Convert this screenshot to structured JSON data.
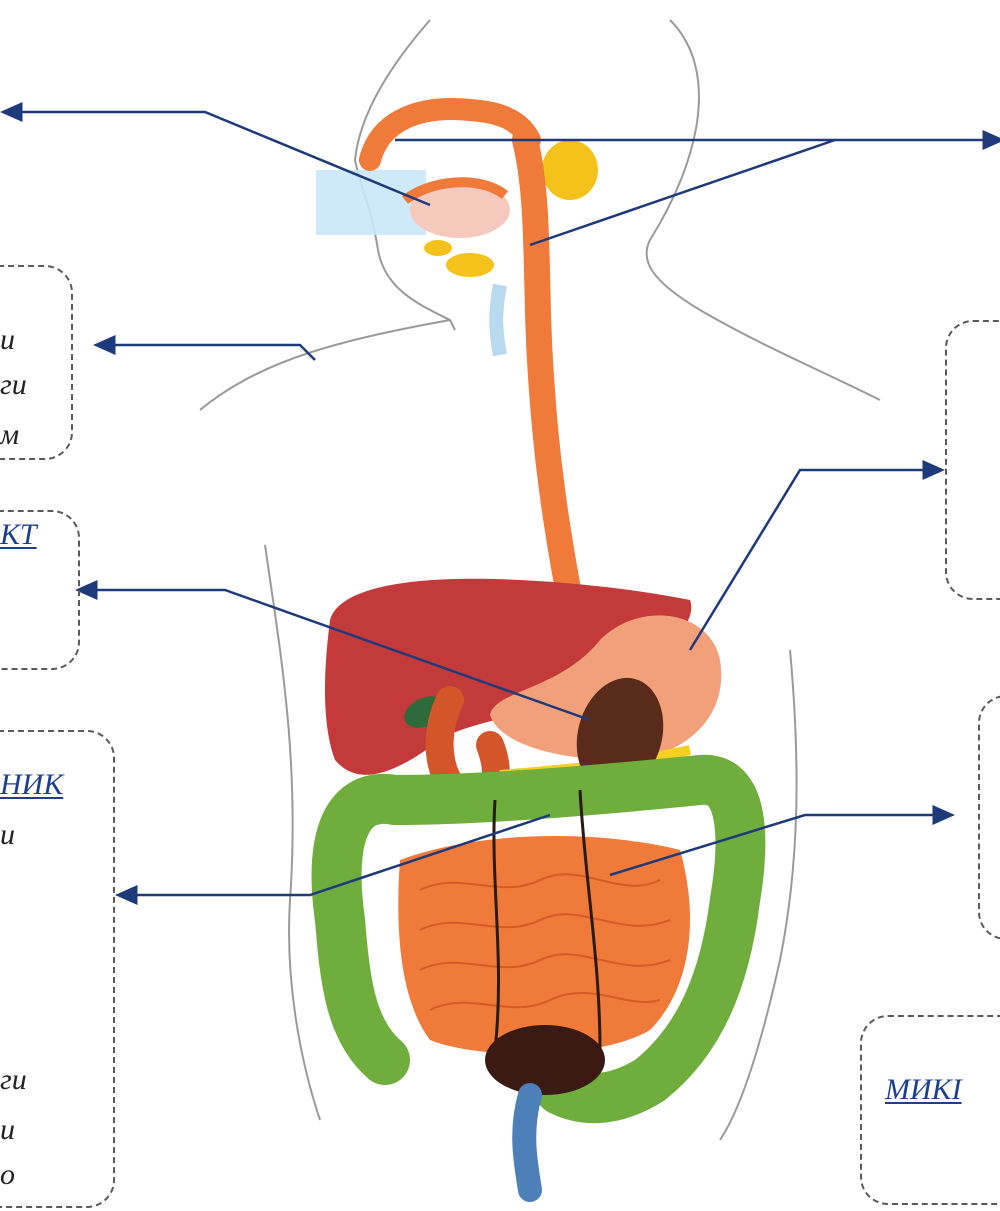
{
  "labels": {
    "left_mid_1": "и",
    "left_mid_2": "ги",
    "left_mid_3": "м",
    "left_tract": "КТ",
    "left_colon": "НИК",
    "left_colon_2": "и",
    "left_bottom_1": "ги",
    "left_bottom_2": "и",
    "left_bottom_3": "о",
    "right_bottom": "МИКІ"
  },
  "colors": {
    "arrow": "#1f3a7a",
    "box_border": "#5a5a5a",
    "esophagus": "#ef7a3a",
    "liver": "#c43a3a",
    "stomach": "#f2a07a",
    "intestine": "#f07a3a",
    "colon": "#6fae3c",
    "kidney": "#5a2a1a",
    "highlight": "#c9e7f8",
    "gland": "#f5c21b",
    "body_outline": "#9a9a9a"
  }
}
